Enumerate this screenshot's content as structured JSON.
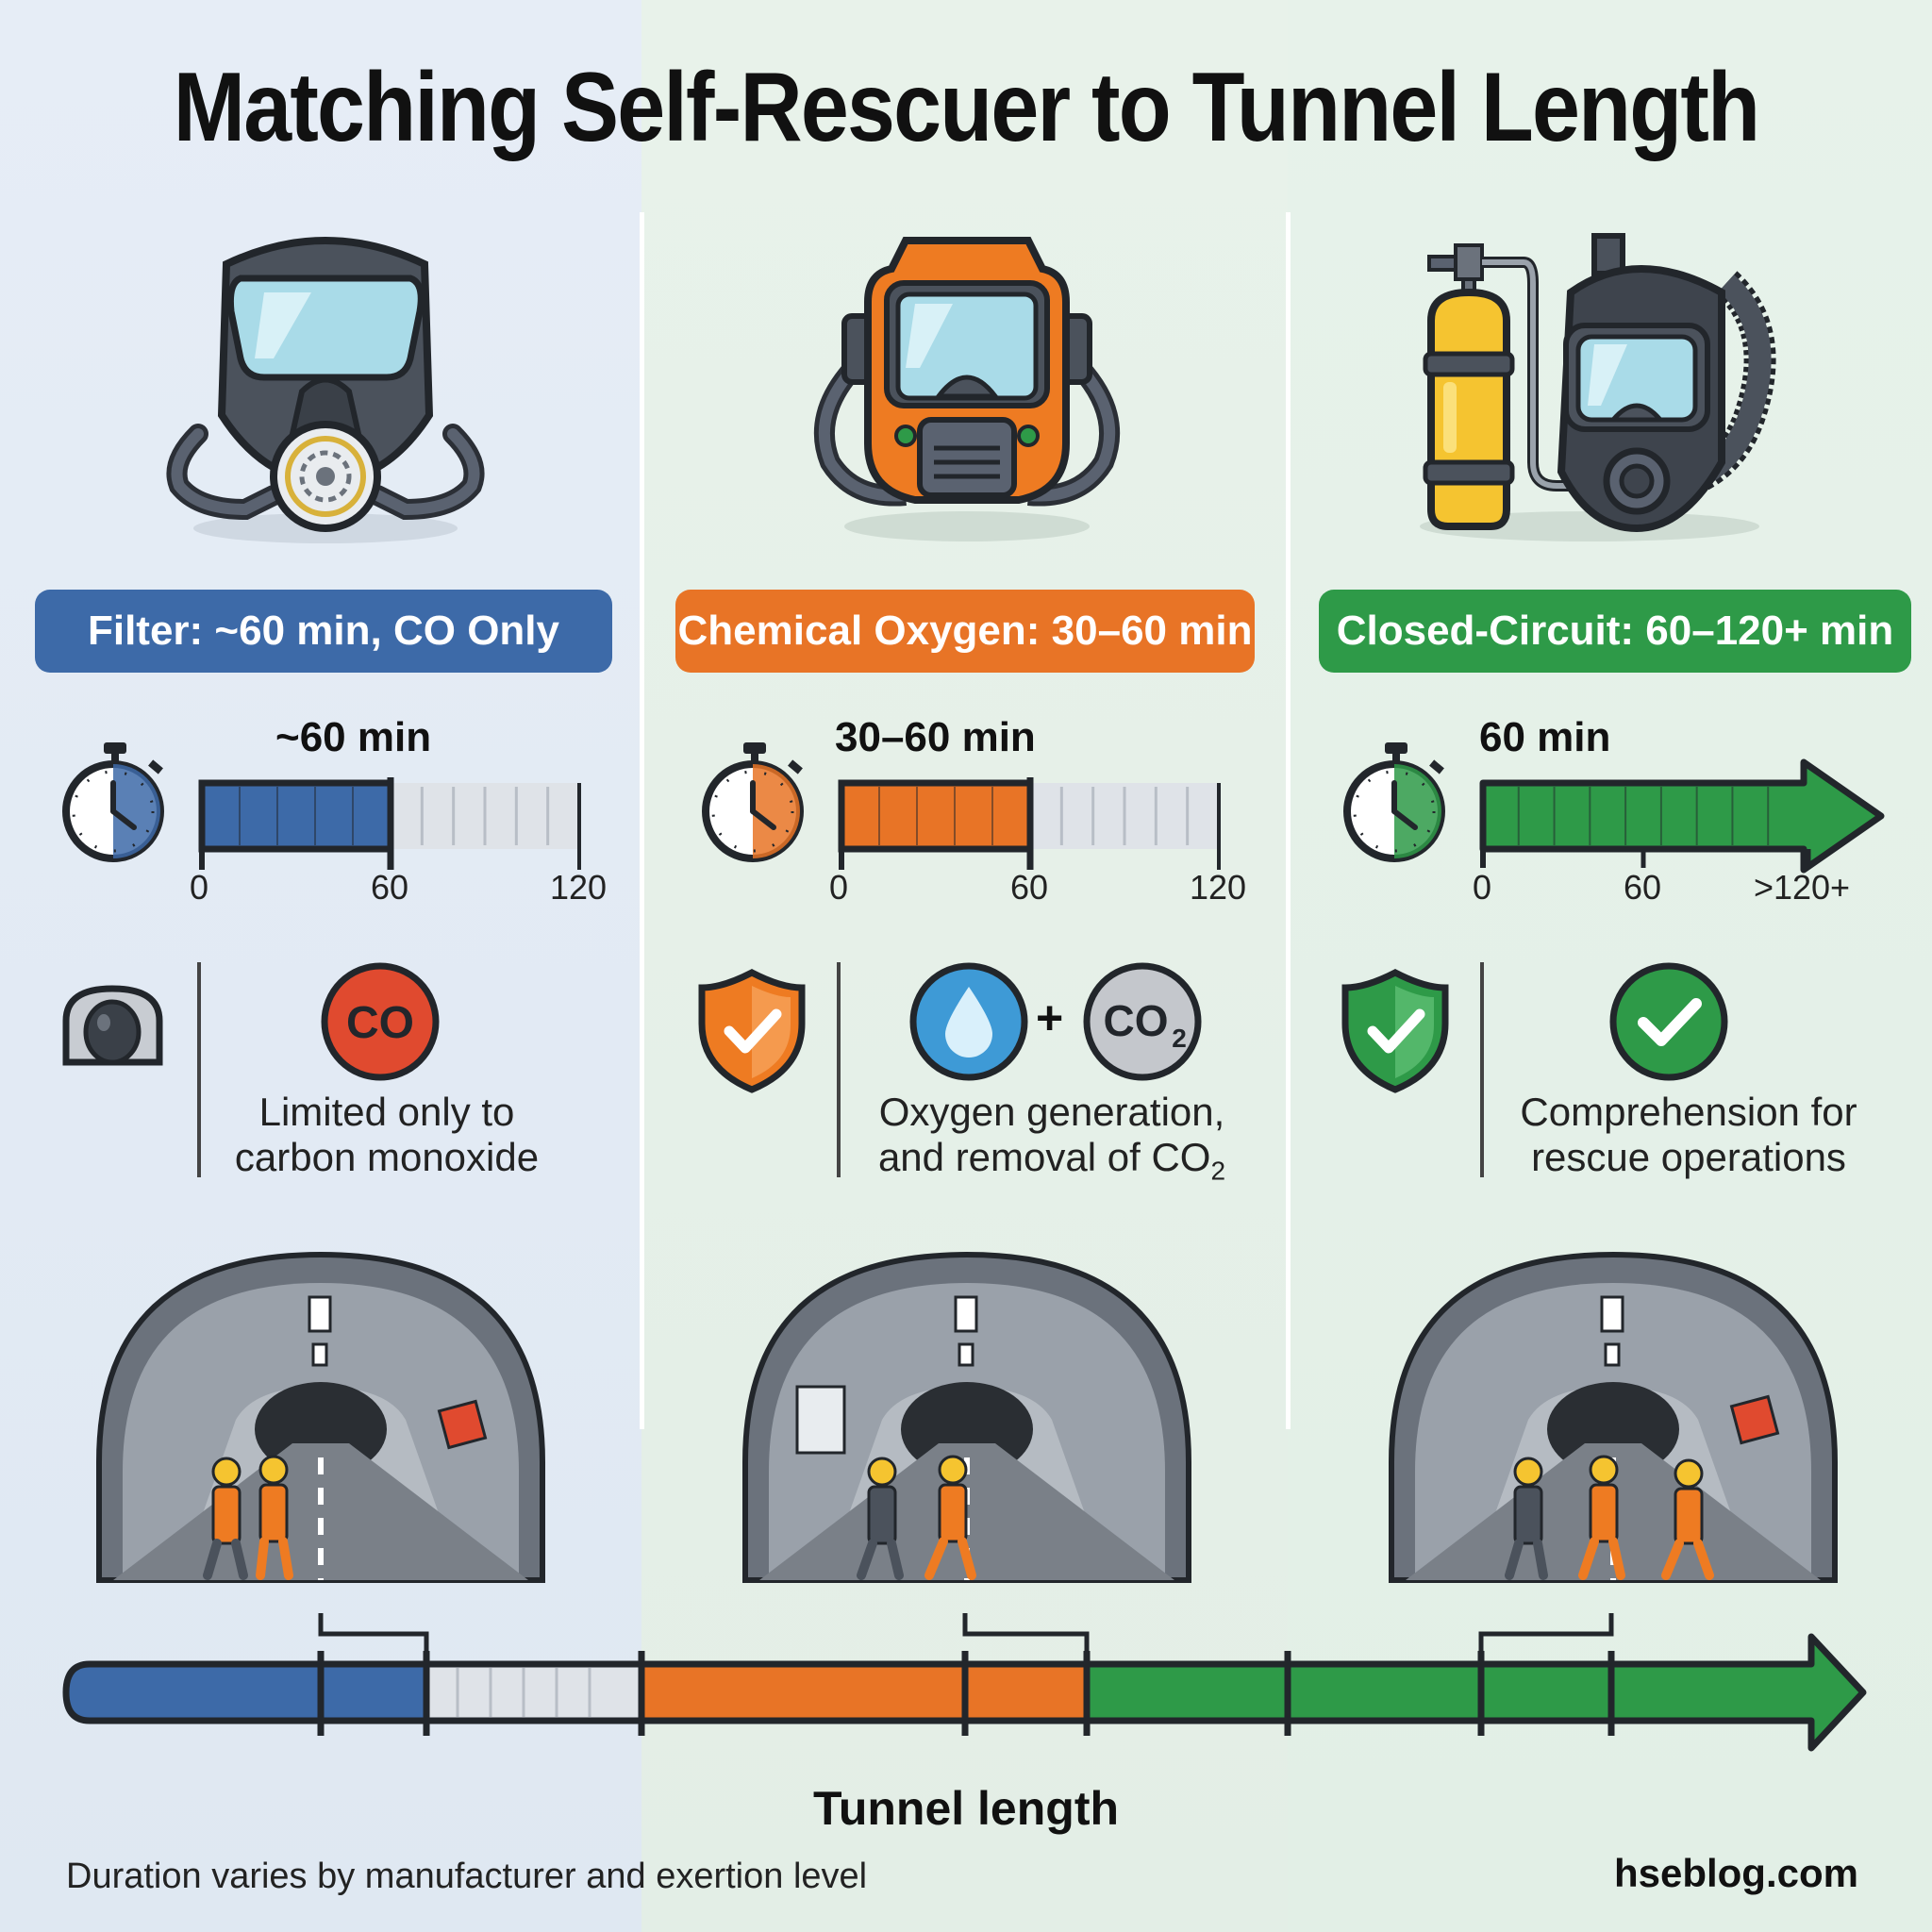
{
  "title": "Matching Self-Rescuer to Tunnel Length",
  "columns": [
    {
      "header": "Filter: ~60 min, CO Only",
      "duration_label": "~60 min",
      "ticks": [
        "0",
        "60",
        "120"
      ],
      "fill_fraction": 0.5,
      "description_line1": "Limited only to",
      "description_line2": "carbon monoxide",
      "badge": "CO",
      "color": "#3d6aa8"
    },
    {
      "header": "Chemical Oxygen: 30–60 min",
      "duration_label": "30–60 min",
      "ticks": [
        "0",
        "60",
        "120"
      ],
      "fill_fraction": 0.5,
      "description_line1": "Oxygen generation,",
      "description_line2": "and removal of CO",
      "description_sub": "2",
      "badge": "CO",
      "badge_sub": "2",
      "plus": "+",
      "color": "#e87426"
    },
    {
      "header": "Closed-Circuit: 60–120+ min",
      "duration_label": "60 min",
      "ticks": [
        "0",
        "60",
        ">120+"
      ],
      "fill_fraction": 1.0,
      "description_line1": "Comprehension for",
      "description_line2": "rescue operations",
      "color": "#2e9a48"
    }
  ],
  "axis_label": "Tunnel length",
  "footer_note": "Duration varies by manufacturer and exertion level",
  "footer_brand": "hseblog.com",
  "icons": [
    "half-mask-respirator-icon",
    "orange-self-rescuer-icon",
    "oxygen-cylinder-rebreather-icon",
    "stopwatch-icon",
    "shield-check-icon",
    "water-drop-icon",
    "check-circle-icon",
    "tunnel-icon"
  ]
}
